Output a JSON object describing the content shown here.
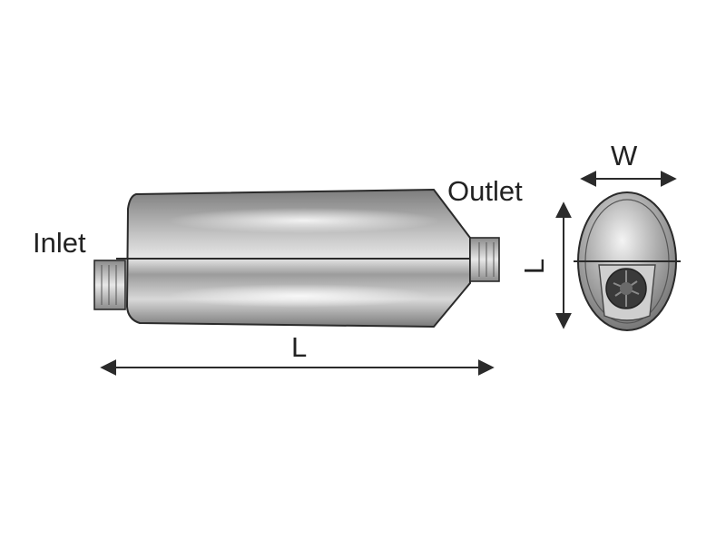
{
  "labels": {
    "inlet": "Inlet",
    "outlet": "Outlet",
    "length_main": "L",
    "width_end": "W",
    "length_end": "L"
  },
  "colors": {
    "body_dark": "#858585",
    "body_light": "#e2e2e2",
    "outline": "#2a2a2a",
    "dimension": "#2b2b2b"
  },
  "icons": [
    "muffler-side-view",
    "muffler-end-view",
    "double-headed-arrow"
  ]
}
